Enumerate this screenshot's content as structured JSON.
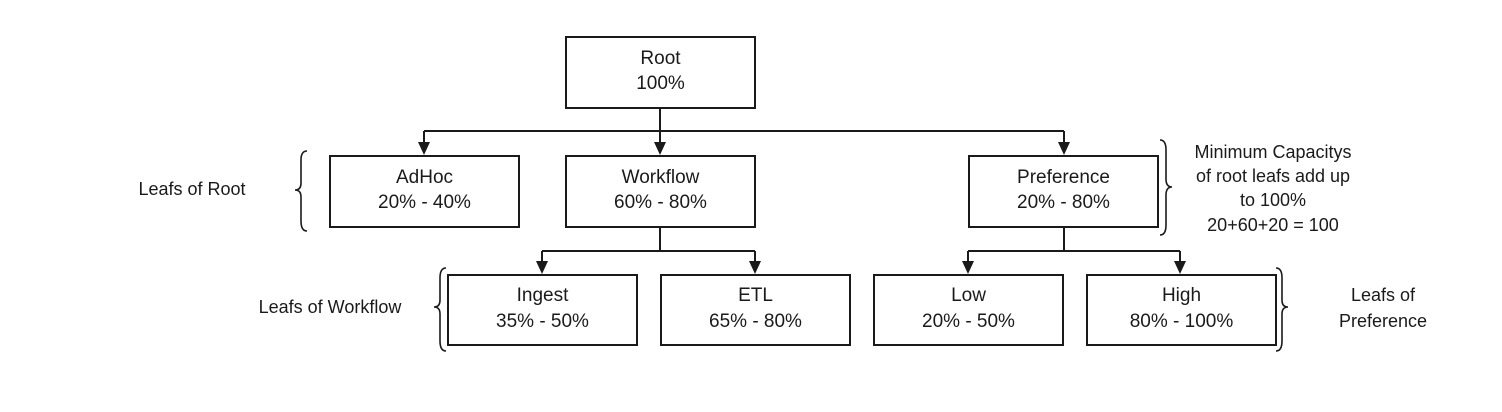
{
  "nodes": {
    "root": {
      "name": "Root",
      "range": "100%"
    },
    "adhoc": {
      "name": "AdHoc",
      "range": "20% - 40%"
    },
    "workflow": {
      "name": "Workflow",
      "range": "60% - 80%"
    },
    "preference": {
      "name": "Preference",
      "range": "20% - 80%"
    },
    "ingest": {
      "name": "Ingest",
      "range": "35% - 50%"
    },
    "etl": {
      "name": "ETL",
      "range": "65% - 80%"
    },
    "low": {
      "name": "Low",
      "range": "20% - 50%"
    },
    "high": {
      "name": "High",
      "range": "80% - 100%"
    }
  },
  "labels": {
    "leafs_of_root": "Leafs of Root",
    "leafs_of_workflow": "Leafs of Workflow",
    "leafs_of_preference": [
      "Leafs of",
      "Preference"
    ],
    "min_capacity_note": [
      "Minimum Capacitys",
      "of root leafs add up",
      "to 100%",
      "20+60+20 = 100"
    ]
  }
}
